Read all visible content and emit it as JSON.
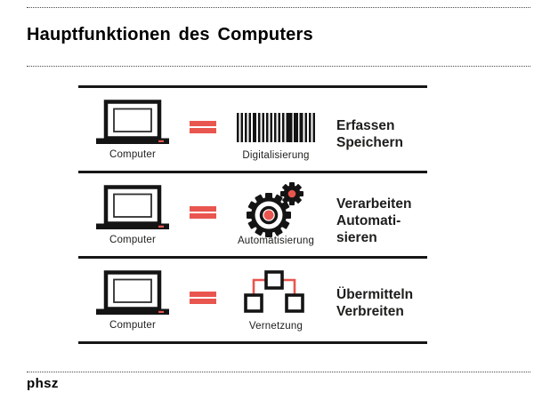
{
  "header": {
    "title": "Hauptfunktionen des Computers"
  },
  "footer": {
    "logo": "phsz"
  },
  "colors": {
    "accent_red": "#E8564F",
    "ink": "#1A1A1A"
  },
  "icons": [
    "laptop-icon",
    "equals-icon",
    "barcode-icon",
    "gears-icon",
    "network-icon"
  ],
  "table": {
    "rows": [
      {
        "computer_label": "Computer",
        "computer_icon": "laptop-icon",
        "equals_icon": "equals-icon",
        "concept_icon": "barcode-icon",
        "concept_label": "Digitalisierung",
        "functions": [
          "Erfassen",
          "Speichern"
        ]
      },
      {
        "computer_label": "Computer",
        "computer_icon": "laptop-icon",
        "equals_icon": "equals-icon",
        "concept_icon": "gears-icon",
        "concept_label": "Automatisierung",
        "functions": [
          "Verarbeiten",
          "Automati-",
          "sieren"
        ]
      },
      {
        "computer_label": "Computer",
        "computer_icon": "laptop-icon",
        "equals_icon": "equals-icon",
        "concept_icon": "network-icon",
        "concept_label": "Vernetzung",
        "functions": [
          "Übermitteln",
          "Verbreiten"
        ]
      }
    ]
  }
}
